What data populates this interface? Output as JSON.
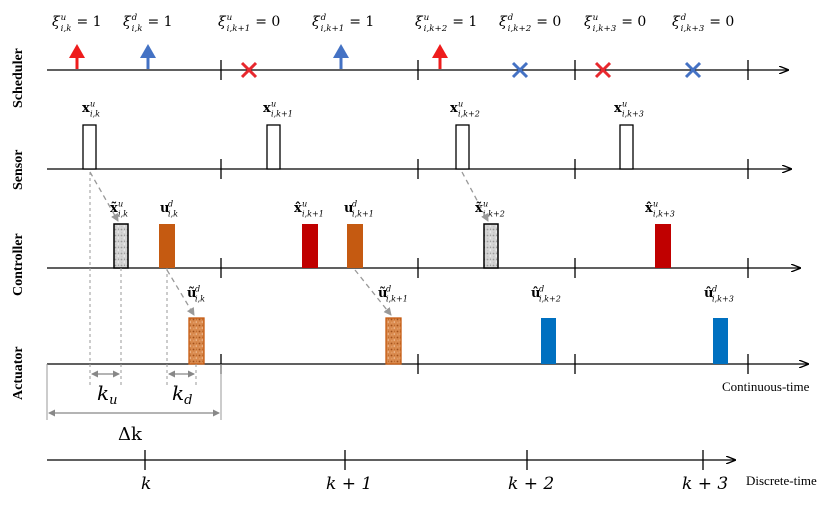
{
  "rows": {
    "scheduler": "Scheduler",
    "sensor": "Sensor",
    "controller": "Controller",
    "actuator": "Actuator"
  },
  "scheduler_labels": [
    {
      "sym": "ξ",
      "sup": "u",
      "sub": "i,k",
      "val": "= 1"
    },
    {
      "sym": "ξ",
      "sup": "d",
      "sub": "i,k",
      "val": "= 1"
    },
    {
      "sym": "ξ",
      "sup": "u",
      "sub": "i,k+1",
      "val": "= 0"
    },
    {
      "sym": "ξ",
      "sup": "d",
      "sub": "i,k+1",
      "val": "= 1"
    },
    {
      "sym": "ξ",
      "sup": "u",
      "sub": "i,k+2",
      "val": "= 1"
    },
    {
      "sym": "ξ",
      "sup": "d",
      "sub": "i,k+2",
      "val": "= 0"
    },
    {
      "sym": "ξ",
      "sup": "u",
      "sub": "i,k+3",
      "val": "= 0"
    },
    {
      "sym": "ξ",
      "sup": "d",
      "sub": "i,k+3",
      "val": "= 0"
    }
  ],
  "sensor_labels": [
    {
      "sym": "x",
      "sup": "u",
      "sub": "i,k"
    },
    {
      "sym": "x",
      "sup": "u",
      "sub": "i,k+1"
    },
    {
      "sym": "x",
      "sup": "u",
      "sub": "i,k+2"
    },
    {
      "sym": "x",
      "sup": "u",
      "sub": "i,k+3"
    }
  ],
  "controller_labels": [
    {
      "sym": "x̃",
      "sup": "u",
      "sub": "i,k"
    },
    {
      "sym": "u",
      "sup": "d",
      "sub": "i,k"
    },
    {
      "sym": "x̂",
      "sup": "u",
      "sub": "i,k+1"
    },
    {
      "sym": "u",
      "sup": "d",
      "sub": "i,k+1"
    },
    {
      "sym": "x̃",
      "sup": "u",
      "sub": "i,k+2"
    },
    {
      "sym": "x̂",
      "sup": "u",
      "sub": "i,k+3"
    }
  ],
  "actuator_labels": [
    {
      "sym": "ũ",
      "sup": "d",
      "sub": "i,k"
    },
    {
      "sym": "ũ",
      "sup": "d",
      "sub": "i,k+1"
    },
    {
      "sym": "û",
      "sup": "d",
      "sub": "i,k+2"
    },
    {
      "sym": "û",
      "sup": "d",
      "sub": "i,k+3"
    }
  ],
  "delays": {
    "ku": "k",
    "ku_sub": "u",
    "kd": "k",
    "kd_sub": "d",
    "dk": "Δk"
  },
  "continuous_time_label": "Continuous-time",
  "discrete_time_label": "Discrete-time",
  "discrete_ticks": [
    "k",
    "k + 1",
    "k + 2",
    "k + 3"
  ],
  "colors": {
    "uplink_arrow": "#ee1c1c",
    "downlink_arrow": "#4472c4",
    "cross_uplink": "#e8282e",
    "cross_downlink": "#4472c4",
    "control_orange": "#c55a11",
    "estimate_red": "#c00000",
    "actuator_blue": "#0070c0",
    "received_fill": "#cfcfcf",
    "received_orange_fill": "#d98a4e"
  },
  "icons": [
    "uplink-arrow-icon",
    "downlink-arrow-icon",
    "drop-cross-icon"
  ]
}
